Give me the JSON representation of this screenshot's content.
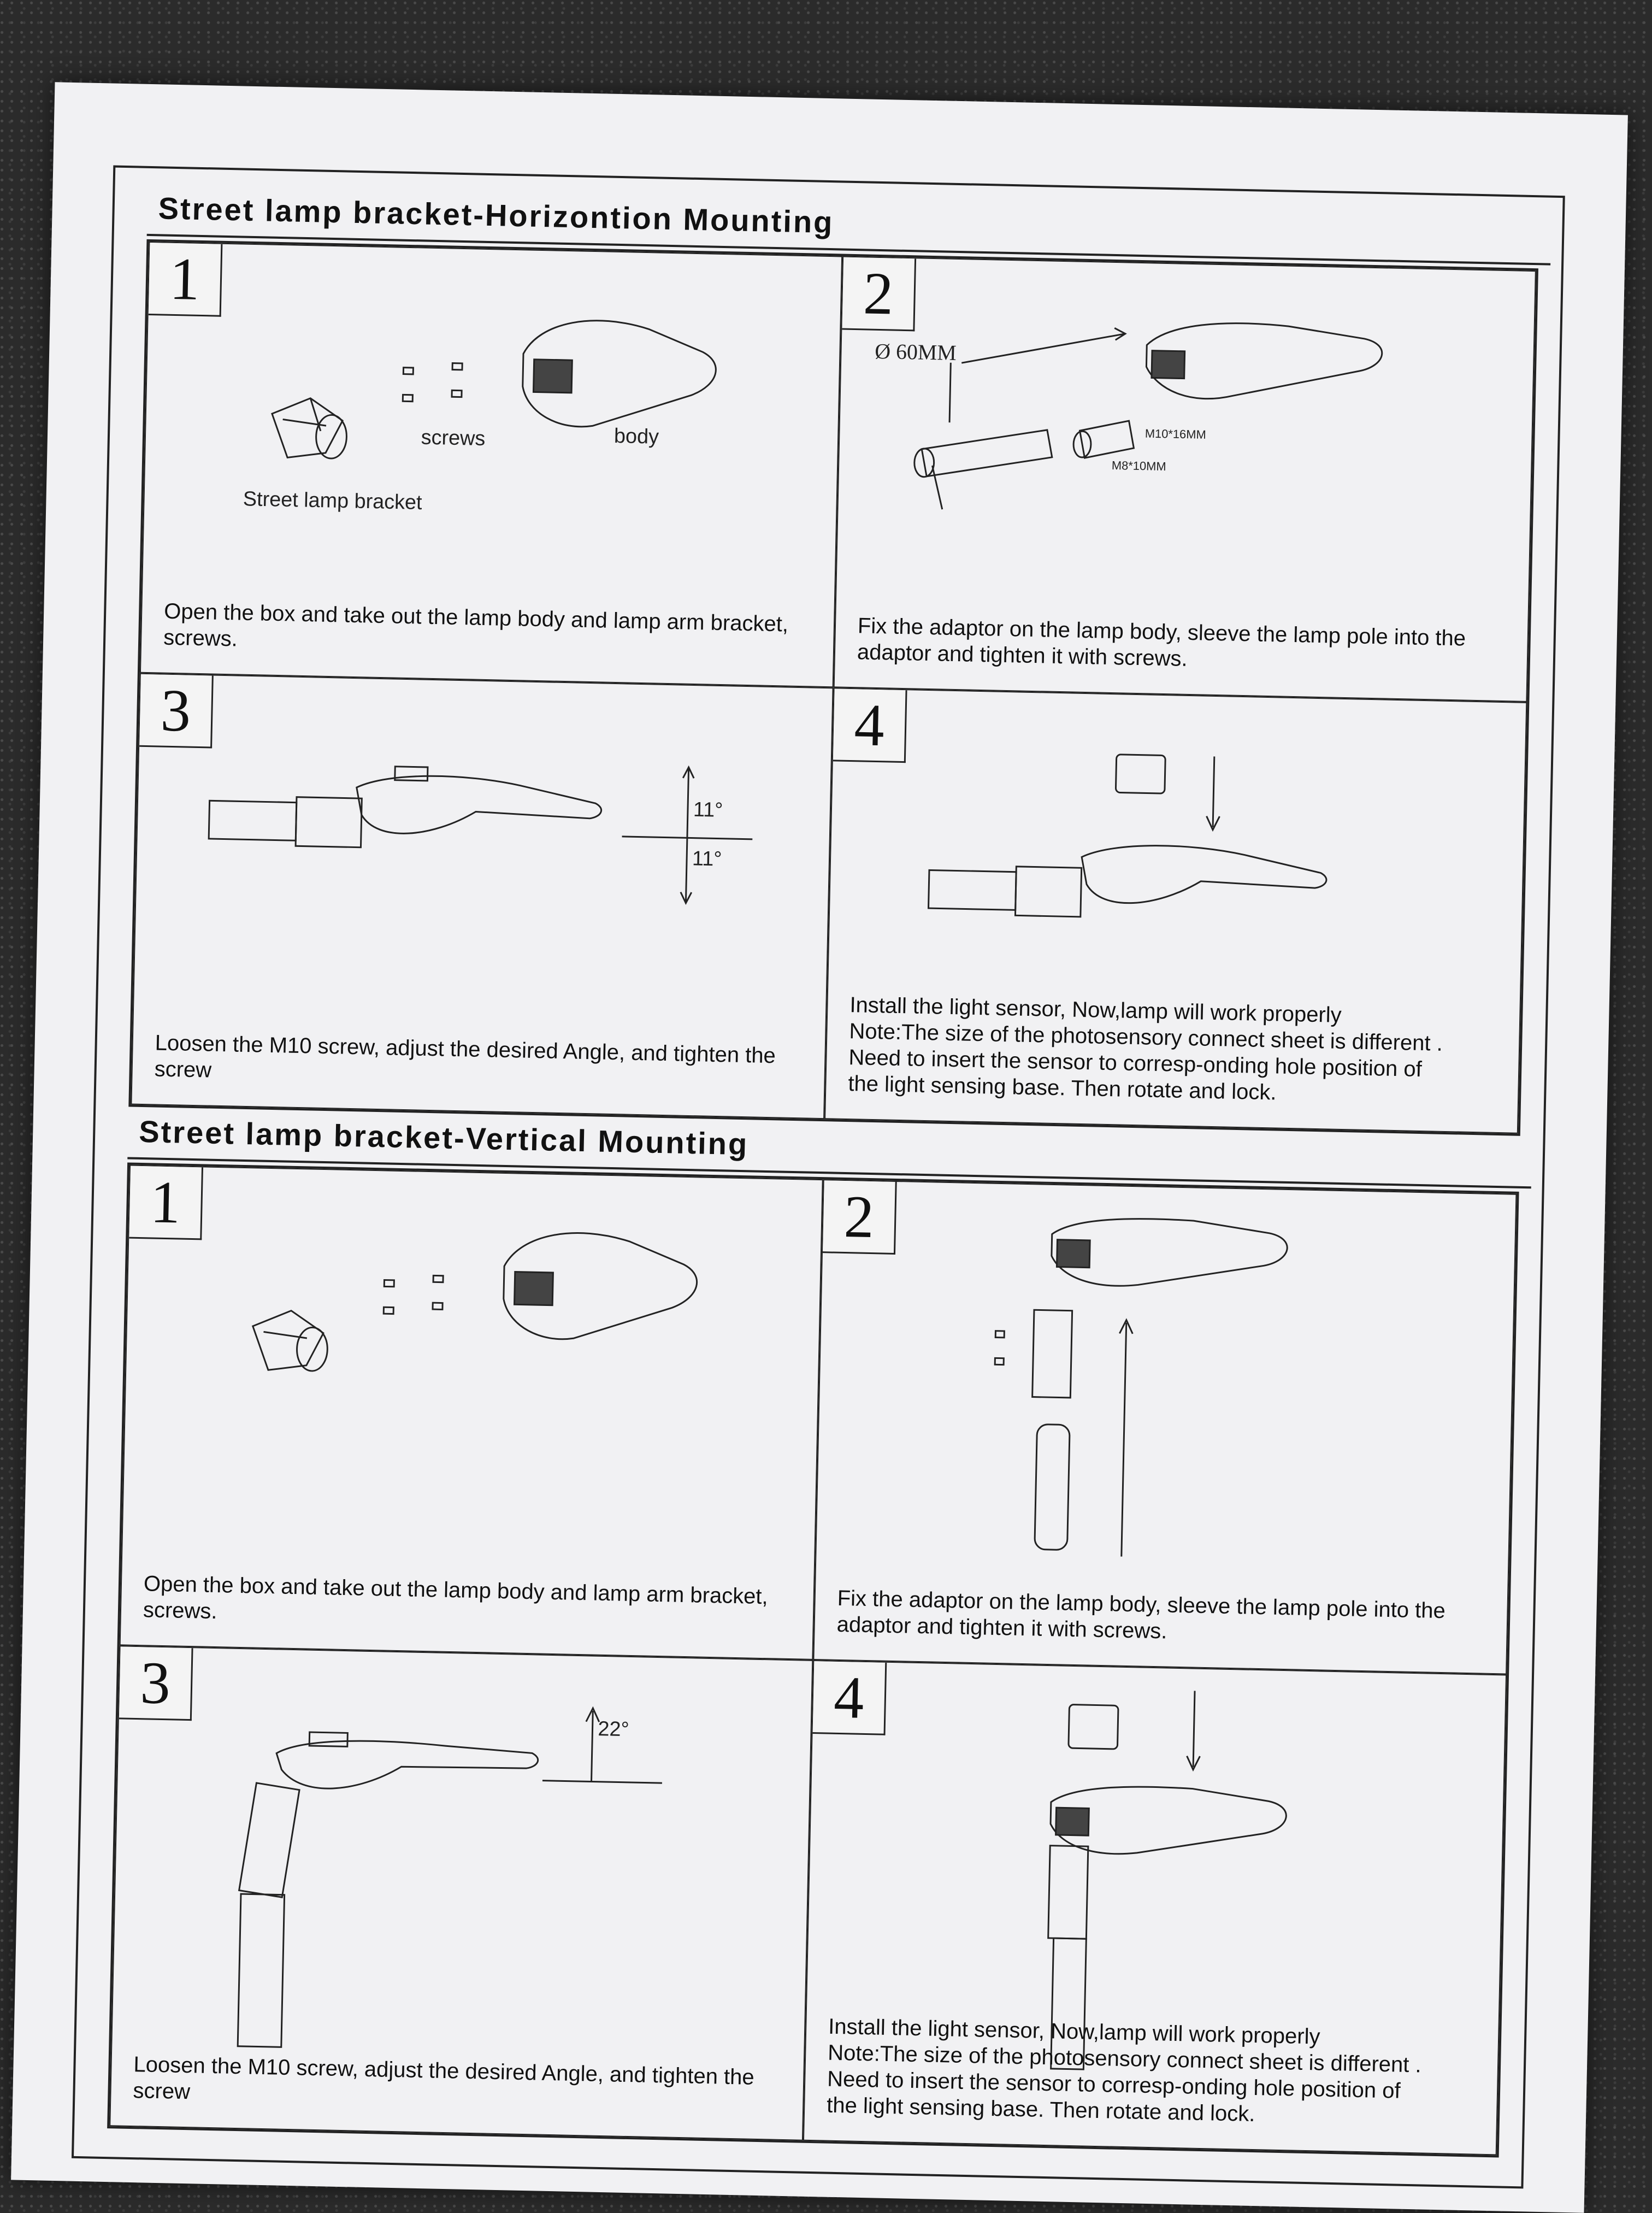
{
  "sections": [
    {
      "title": "Street  lamp  bracket-Horizontion  Mounting",
      "steps": [
        {
          "num": "1",
          "labels": {
            "screws": "screws",
            "body": "body",
            "bracket": "Street  lamp  bracket"
          },
          "caption": [
            "Open the box and take out the lamp body and lamp arm bracket,",
            "screws."
          ]
        },
        {
          "num": "2",
          "labels": {
            "diameter": "Ø 60MM",
            "m10": "M10*16MM",
            "m8": "M8*10MM"
          },
          "caption": [
            "Fix the adaptor on the lamp body, sleeve the lamp pole into the",
            "adaptor and tighten it with screws."
          ]
        },
        {
          "num": "3",
          "labels": {
            "angle_up": "11°",
            "angle_down": "11°"
          },
          "caption": [
            "Loosen the M10 screw, adjust the desired Angle, and tighten the",
            "screw"
          ]
        },
        {
          "num": "4",
          "caption": [
            "Install  the  light  sensor, Now,lamp will work properly",
            "Note:The  size  of  the  photosensory  connect  sheet  is  different .",
            "Need  to   insert  the  sensor  to  corresp-onding  hole  position  of",
            "the  light  sensing  base.  Then  rotate  and  lock."
          ]
        }
      ]
    },
    {
      "title": "Street  lamp  bracket-Vertical  Mounting",
      "steps": [
        {
          "num": "1",
          "caption": [
            "Open the box and take out the lamp body and lamp arm bracket,",
            "screws."
          ]
        },
        {
          "num": "2",
          "caption": [
            "Fix the adaptor on the lamp body, sleeve the lamp pole into the",
            "adaptor and tighten it with screws."
          ]
        },
        {
          "num": "3",
          "labels": {
            "angle": "22°"
          },
          "caption": [
            "Loosen the M10 screw, adjust the desired Angle, and tighten the",
            "screw"
          ]
        },
        {
          "num": "4",
          "caption": [
            "Install  the  light  sensor, Now,lamp will work properly",
            "Note:The  size  of  the  photosensory  connect  sheet  is  different .",
            "Need  to   insert  the  sensor  to  corresp-onding  hole  position  of",
            "the  light  sensing  base.  Then  rotate  and  lock."
          ]
        }
      ]
    }
  ]
}
